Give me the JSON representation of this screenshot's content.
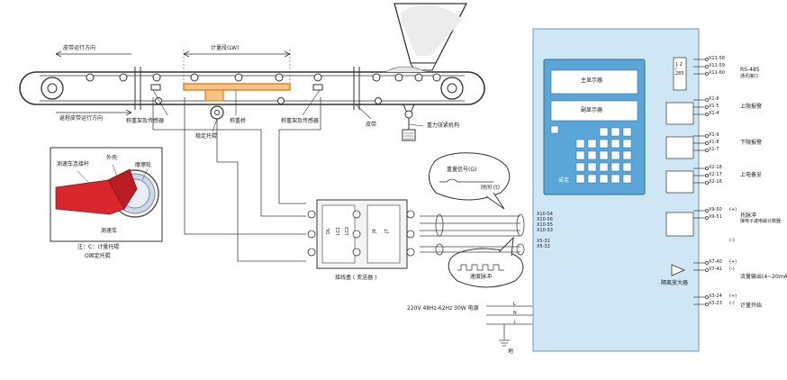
{
  "belt": {
    "dir_top": "皮带运行方向",
    "zone_label": "计量段(LW)",
    "dir_bottom": "返程皮带运行方向",
    "frame_sensor_left": "称重架及传感器",
    "bridge": "称重桥",
    "frame_sensor_right": "称重架及传感器",
    "belt_label": "皮带",
    "tension": "重力张紧机构",
    "idler": "稳定托辊"
  },
  "inset": {
    "connect_rod": "测速车连接杆",
    "shell": "外壳",
    "friction_wheel": "摩擦轮",
    "speed_car": "测速车",
    "note_line1": "注：C：计量托辊",
    "note_line2": "O固定托辊"
  },
  "signals": {
    "weight": "重量信号(G)",
    "time": "时间 (t)",
    "speed": "速度脉冲"
  },
  "junction": {
    "label": "接线盒 ( 变送器 )",
    "tags": [
      "DL",
      "LC1",
      "LC2",
      "J6",
      "J7"
    ]
  },
  "power": {
    "label": "220V 48Hz-62Hz 30W 电源",
    "terminals": [
      "L",
      "N",
      "⏚"
    ],
    "ground": "地"
  },
  "controller": {
    "main_display": "主显示器",
    "sub_display": "副显示器",
    "brand": "诺克",
    "left_terminals": [
      "X10-54",
      "X10-56",
      "X10-55",
      "X10-53",
      "X5-31",
      "X5-32"
    ],
    "right_groups": [
      {
        "terminals": [
          "X11-58",
          "X11-59",
          "X11-60"
        ],
        "label_1": "RS-485",
        "label_2": "通讯接口"
      },
      {
        "terminals": [
          "X1-6",
          "X1-5",
          "X1-4"
        ],
        "label_1": "上限报警",
        "label_2": ""
      },
      {
        "terminals": [
          "X1-9",
          "X1-8",
          "X1-7"
        ],
        "label_1": "下限报警",
        "label_2": ""
      },
      {
        "terminals": [
          "X2-18",
          "X2-17",
          "X2-16"
        ],
        "label_1": "上电备妥",
        "label_2": ""
      },
      {
        "terminals": [
          "X9-50",
          "X9-51"
        ],
        "label_1": "托脉冲",
        "label_2": "接电子或电磁计数器"
      },
      {
        "terminals": [
          "X7-40",
          "X7-41"
        ],
        "label_1": "流量输出(4~20mA)",
        "label_2": ""
      },
      {
        "terminals": [
          "X3-24",
          "X3-23"
        ],
        "label_1": "计量开始",
        "label_2": ""
      }
    ],
    "plus_minus": [
      "(+)",
      "(-)",
      "(+)",
      "(-)",
      "(+)",
      "(-)"
    ],
    "isolation_amp": "隔离放大器",
    "rs485_badge": "1 2 / 285"
  },
  "colors": {
    "controller_fill": "#cfe7f5",
    "display_panel": "#5aa6d8",
    "accent_orange": "#e87a1e",
    "inset_red": "#d8282e",
    "line": "#333333"
  }
}
